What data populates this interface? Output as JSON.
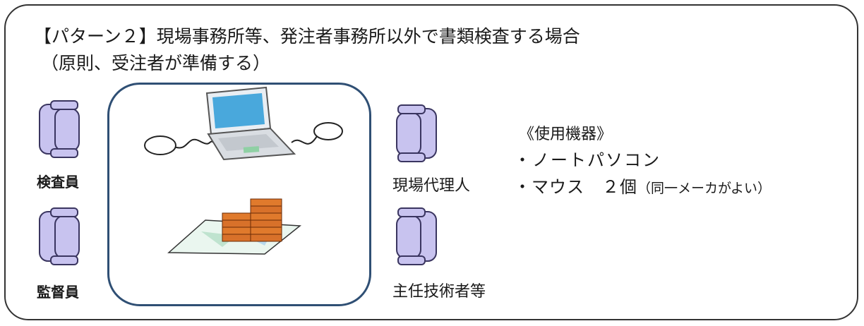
{
  "title": "【パターン２】現場事務所等、発注者事務所以外で書類検査する場合",
  "subtitle": "（原則、受注者が準備する）",
  "people": {
    "inspector": "検査員",
    "supervisor": "監督員",
    "site_agent": "現場代理人",
    "chief_engineer": "主任技術者等"
  },
  "equipment": {
    "heading": "《使用機器》",
    "items": [
      {
        "text": "・ノートパソコン",
        "note": ""
      },
      {
        "text": "・マウス　２個",
        "note": "（同一メーカがよい）"
      }
    ]
  },
  "colors": {
    "chair_fill": "#c8c3ef",
    "chair_stroke": "#3a3560",
    "table_border": "#2f4f74",
    "laptop_screen": "#49a8dc",
    "document_stack": "#e07a2c"
  }
}
